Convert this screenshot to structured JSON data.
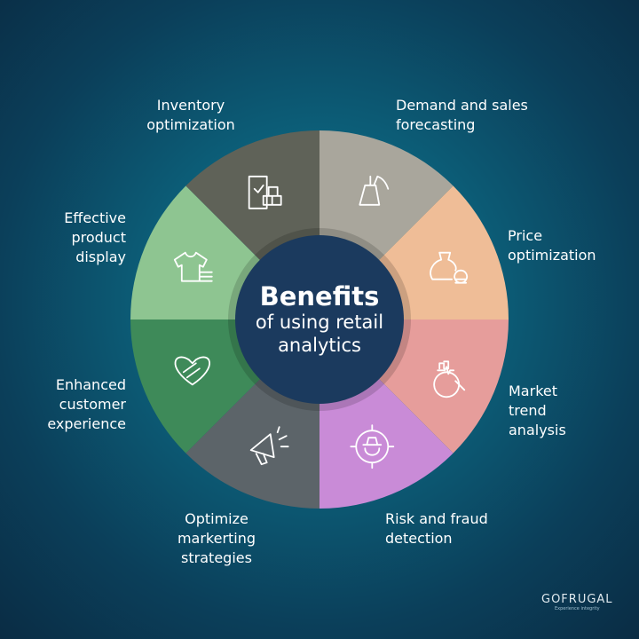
{
  "center": {
    "title": "Benefits",
    "subtitle": "of using retail analytics",
    "color": "#1b3a5e"
  },
  "segments": [
    {
      "label": "Demand and sales forecasting",
      "color": "#a9a69c",
      "icon": "shopping-bags-icon"
    },
    {
      "label": "Price optimization",
      "color": "#efbd97",
      "icon": "money-bag-icon"
    },
    {
      "label": "Market trend analysis",
      "color": "#e69d9b",
      "icon": "chart-magnifier-icon"
    },
    {
      "label": "Risk and fraud detection",
      "color": "#c98bd7",
      "icon": "spy-target-icon"
    },
    {
      "label": "Optimize markerting strategies",
      "color": "#5c6469",
      "icon": "megaphone-icon"
    },
    {
      "label": "Enhanced customer experience",
      "color": "#3e8a59",
      "icon": "handshake-heart-icon"
    },
    {
      "label": "Effective product display",
      "color": "#8ec591",
      "icon": "tshirt-icon"
    },
    {
      "label": "Inventory optimization",
      "color": "#5f6258",
      "icon": "inventory-boxes-icon"
    }
  ],
  "logo": {
    "name": "GOFRUGAL",
    "tagline": "Experience integrity"
  }
}
